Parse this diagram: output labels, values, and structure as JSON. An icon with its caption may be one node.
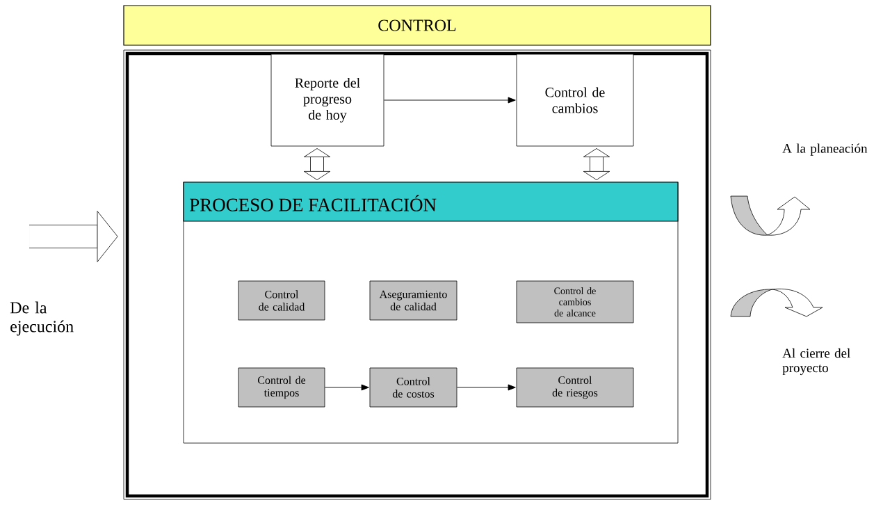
{
  "diagram": {
    "nodes": [
      {
        "text": [
          "CONTROL"
        ]
      },
      {
        "text": [],
        "shape": "box"
      },
      {
        "text": [
          "Reporte del progreso de hoy"
        ],
        "in": 1
      },
      {
        "text": [
          "Control de cambios"
        ],
        "in": 1
      },
      {
        "text": [
          "PROCESO DE FACILITACIÓN"
        ],
        "in": 1
      },
      {
        "text": [
          "Control de calidad"
        ],
        "in": 4
      },
      {
        "text": [
          "Aseguramiento de calidad"
        ],
        "in": 4
      },
      {
        "text": [
          "Control de cambios de alcance"
        ],
        "in": 4
      },
      {
        "text": [
          "Control de tiempos"
        ],
        "in": 4
      },
      {
        "text": [
          "Control de costos"
        ],
        "in": 4
      },
      {
        "text": [
          "Control de riesgos"
        ],
        "in": 4
      }
    ],
    "edges": [
      {
        "from": 2,
        "to": 3,
        "arrow": "to"
      },
      {
        "from": 2,
        "to": 4,
        "arrow": "both",
        "style": "thick"
      },
      {
        "from": 3,
        "to": 4,
        "arrow": "both",
        "style": "thick"
      },
      {
        "from": 8,
        "to": 9,
        "arrow": "to"
      },
      {
        "from": 9,
        "to": 10,
        "arrow": "to"
      },
      {
        "from": null,
        "to": 1,
        "arrow": "to",
        "style": "thick"
      }
    ],
    "labels": [
      "A la planeación",
      "De la ejecución",
      "Al cierre del proyecto"
    ]
  }
}
